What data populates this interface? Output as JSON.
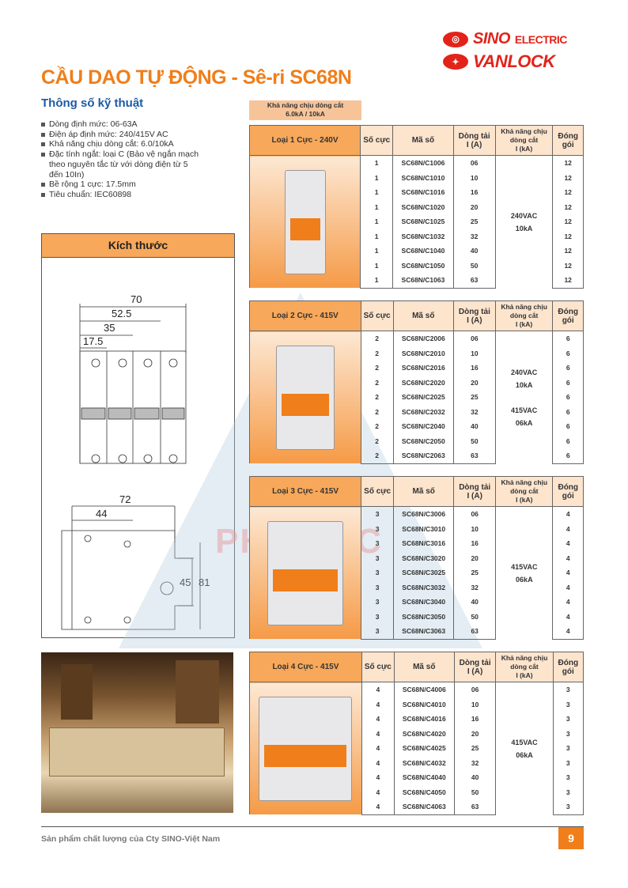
{
  "brand": {
    "sino": "SINO",
    "electric": "ELECTRIC",
    "vanlock": "VANLOCK",
    "sino_color": "#e2231a"
  },
  "title": "CẦU DAO TỰ ĐỘNG - Sê-ri SC68N",
  "specs_title": "Thông số kỹ thuật",
  "specs": [
    "Dòng định mức: 06-63A",
    "Điện áp định mức: 240/415V AC",
    "Khả năng chịu dòng cắt: 6.0/10kA",
    "Đặc tính ngắt: loại C (Bảo vệ ngắn mạch theo nguyên tắc từ với dòng điện từ 5 đến 10In)",
    "Bề rộng 1 cực: 17.5mm",
    "Tiêu chuẩn: IEC60898"
  ],
  "capacity_note": {
    "line1": "Khả năng chịu dòng cắt",
    "line2": "6.0kA / 10kA"
  },
  "dimensions": {
    "title": "Kích thước",
    "front": [
      "70",
      "52.5",
      "35",
      "17.5"
    ],
    "side": [
      "72",
      "44",
      "45",
      "81"
    ]
  },
  "table_headers": {
    "poles": "Số cực",
    "code": "Mã số",
    "current": "Dòng tải",
    "current_unit": "I (A)",
    "capacity": "Khả năng chịu dòng cắt",
    "capacity_unit": "I (kA)",
    "pack": "Đóng gói"
  },
  "tables": [
    {
      "type": "Loại 1 Cực - 240V",
      "poles": "1",
      "codes": [
        "SC68N/C1006",
        "SC68N/C1010",
        "SC68N/C1016",
        "SC68N/C1020",
        "SC68N/C1025",
        "SC68N/C1032",
        "SC68N/C1040",
        "SC68N/C1050",
        "SC68N/C1063"
      ],
      "currents": [
        "06",
        "10",
        "16",
        "20",
        "25",
        "32",
        "40",
        "50",
        "63"
      ],
      "capacity": [
        "240VAC",
        "10kA"
      ],
      "pack": "12"
    },
    {
      "type": "Loại 2 Cực - 415V",
      "poles": "2",
      "codes": [
        "SC68N/C2006",
        "SC68N/C2010",
        "SC68N/C2016",
        "SC68N/C2020",
        "SC68N/C2025",
        "SC68N/C2032",
        "SC68N/C2040",
        "SC68N/C2050",
        "SC68N/C2063"
      ],
      "currents": [
        "06",
        "10",
        "16",
        "20",
        "25",
        "32",
        "40",
        "50",
        "63"
      ],
      "capacity": [
        "240VAC",
        "10kA",
        "",
        "415VAC",
        "06kA"
      ],
      "pack": "6"
    },
    {
      "type": "Loại 3 Cực - 415V",
      "poles": "3",
      "codes": [
        "SC68N/C3006",
        "SC68N/C3010",
        "SC68N/C3016",
        "SC68N/C3020",
        "SC68N/C3025",
        "SC68N/C3032",
        "SC68N/C3040",
        "SC68N/C3050",
        "SC68N/C3063"
      ],
      "currents": [
        "06",
        "10",
        "16",
        "20",
        "25",
        "32",
        "40",
        "50",
        "63"
      ],
      "capacity": [
        "415VAC",
        "06kA"
      ],
      "pack": "4"
    },
    {
      "type": "Loại 4 Cực - 415V",
      "poles": "4",
      "codes": [
        "SC68N/C4006",
        "SC68N/C4010",
        "SC68N/C4016",
        "SC68N/C4020",
        "SC68N/C4025",
        "SC68N/C4032",
        "SC68N/C4040",
        "SC68N/C4050",
        "SC68N/C4063"
      ],
      "currents": [
        "06",
        "10",
        "16",
        "20",
        "25",
        "32",
        "40",
        "50",
        "63"
      ],
      "capacity": [
        "415VAC",
        "06kA"
      ],
      "pack": "3"
    }
  ],
  "watermark": "PHÚ LỘC",
  "footer": {
    "text": "Sản phẩm chất lượng của Cty SINO-Việt Nam",
    "page": "9"
  }
}
